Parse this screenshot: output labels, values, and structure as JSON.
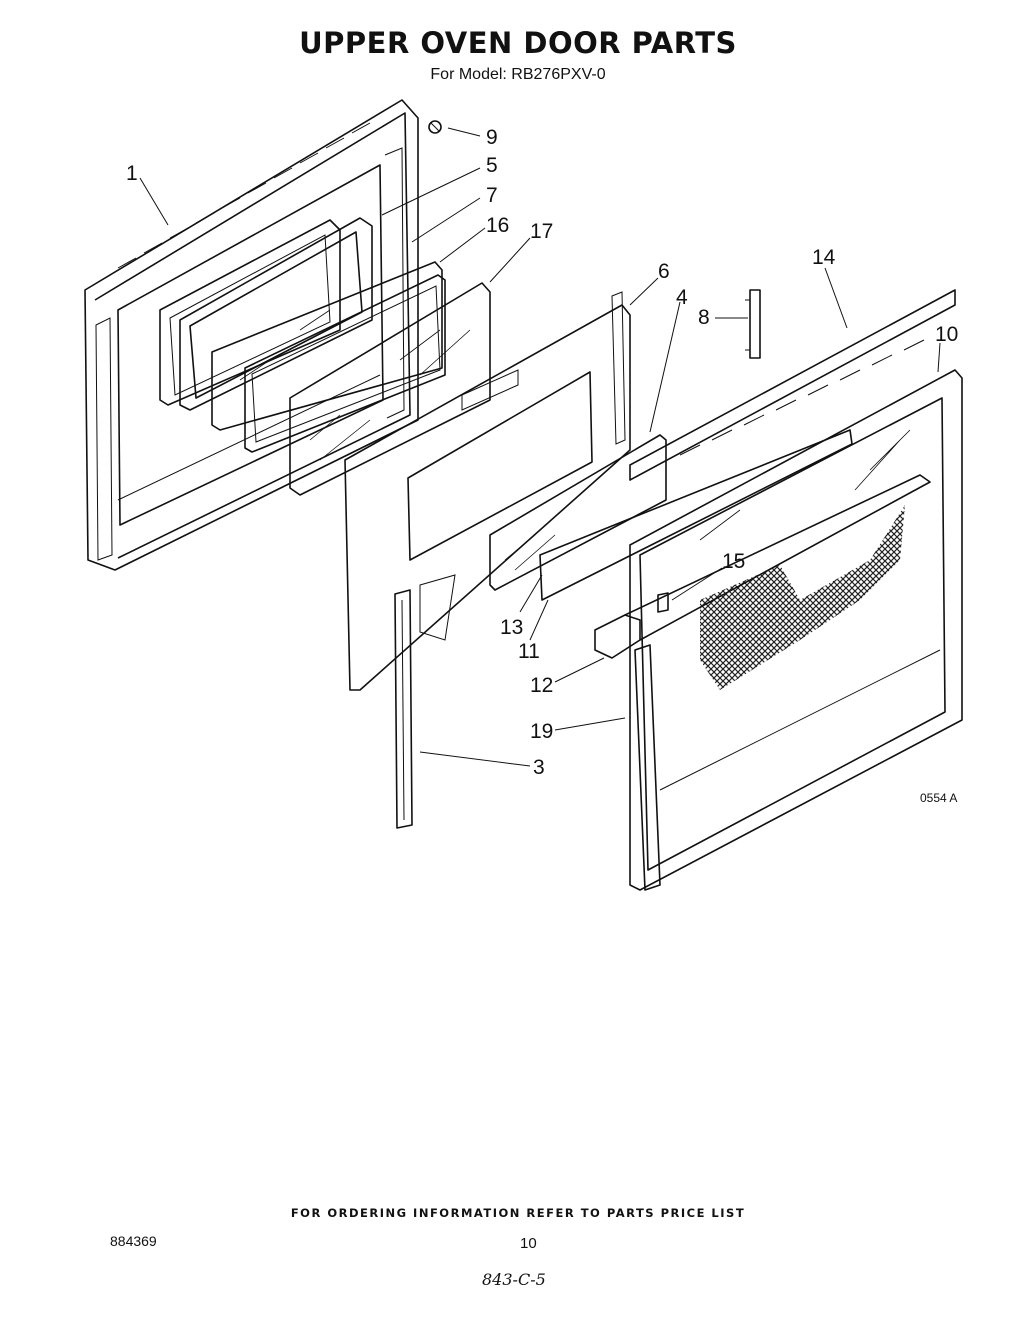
{
  "header": {
    "title": "UPPER OVEN DOOR PARTS",
    "subtitle": "For Model: RB276PXV-0"
  },
  "callouts": [
    "1",
    "5",
    "7",
    "9",
    "16",
    "17",
    "6",
    "4",
    "8",
    "14",
    "10",
    "15",
    "13",
    "11",
    "12",
    "19",
    "3"
  ],
  "figure_code": "0554 A",
  "footer": {
    "ordering_note": "FOR ORDERING INFORMATION REFER TO PARTS PRICE LIST",
    "doc_number": "884369",
    "page_number": "10",
    "handwritten_note": "843-C-5"
  }
}
